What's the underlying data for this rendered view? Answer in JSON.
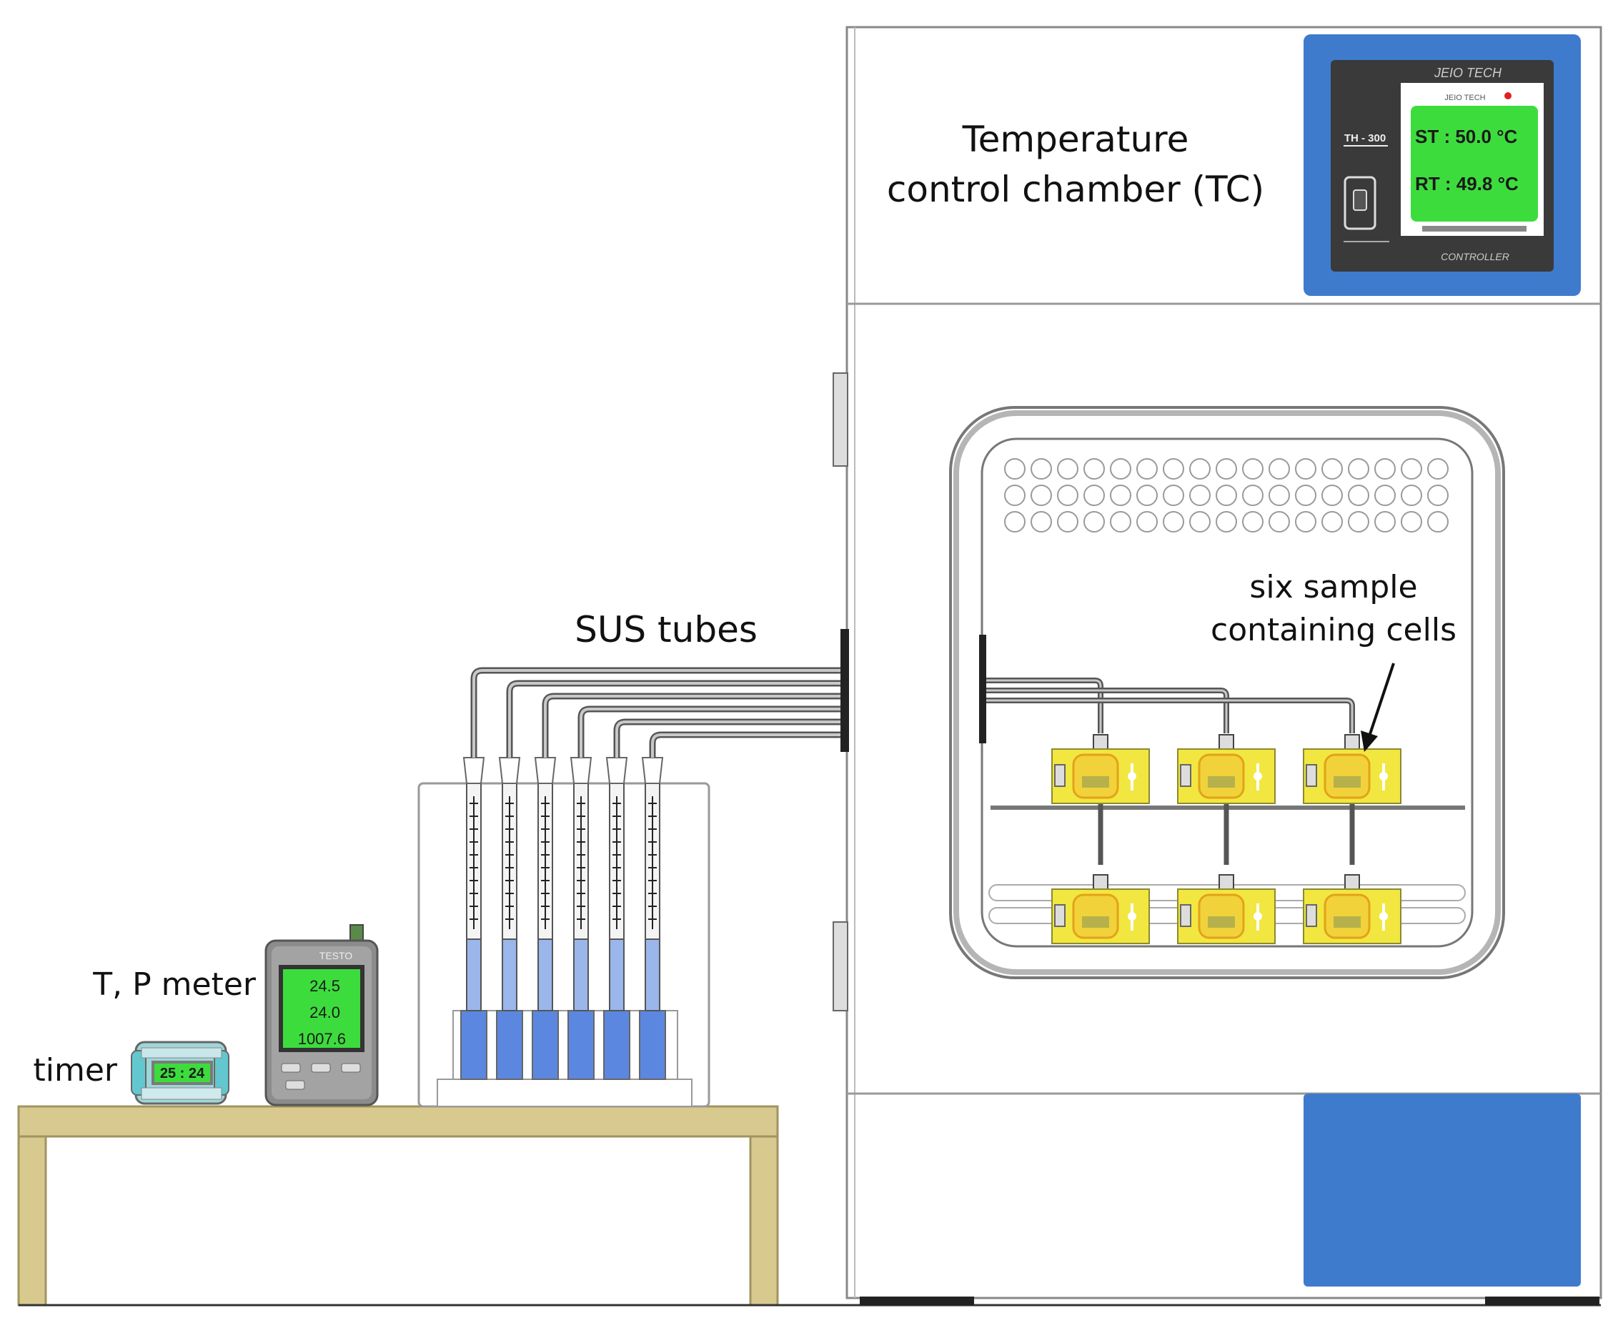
{
  "labels": {
    "chamber_line1": "Temperature",
    "chamber_line2": "control chamber (TC)",
    "tubes": "SUS tubes",
    "cells_line1": "six sample",
    "cells_line2": "containing cells",
    "meter": "T, P meter",
    "timer": "timer"
  },
  "controller": {
    "brand": "JEIO TECH",
    "model": "TH - 300",
    "screen_header": "JEIO TECH",
    "st_reading": "ST : 50.0 °C",
    "rt_reading": "RT : 49.8 °C",
    "footer": "CONTROLLER"
  },
  "tp_meter": {
    "brand": "TESTO",
    "values": [
      "24.5",
      "24.0",
      "1007.6"
    ]
  },
  "timer_device": {
    "display": "25 : 24"
  },
  "counts": {
    "syringes": 6,
    "sample_cells": 6
  },
  "colors": {
    "accent_blue": "#3f7bcd",
    "lcd_green": "#3ddc3d",
    "cell_yellow": "#f2e640",
    "table_tan": "#d8c98f",
    "syringe_blue": "#5b87e0"
  },
  "icons": [
    "arrow-icon"
  ]
}
